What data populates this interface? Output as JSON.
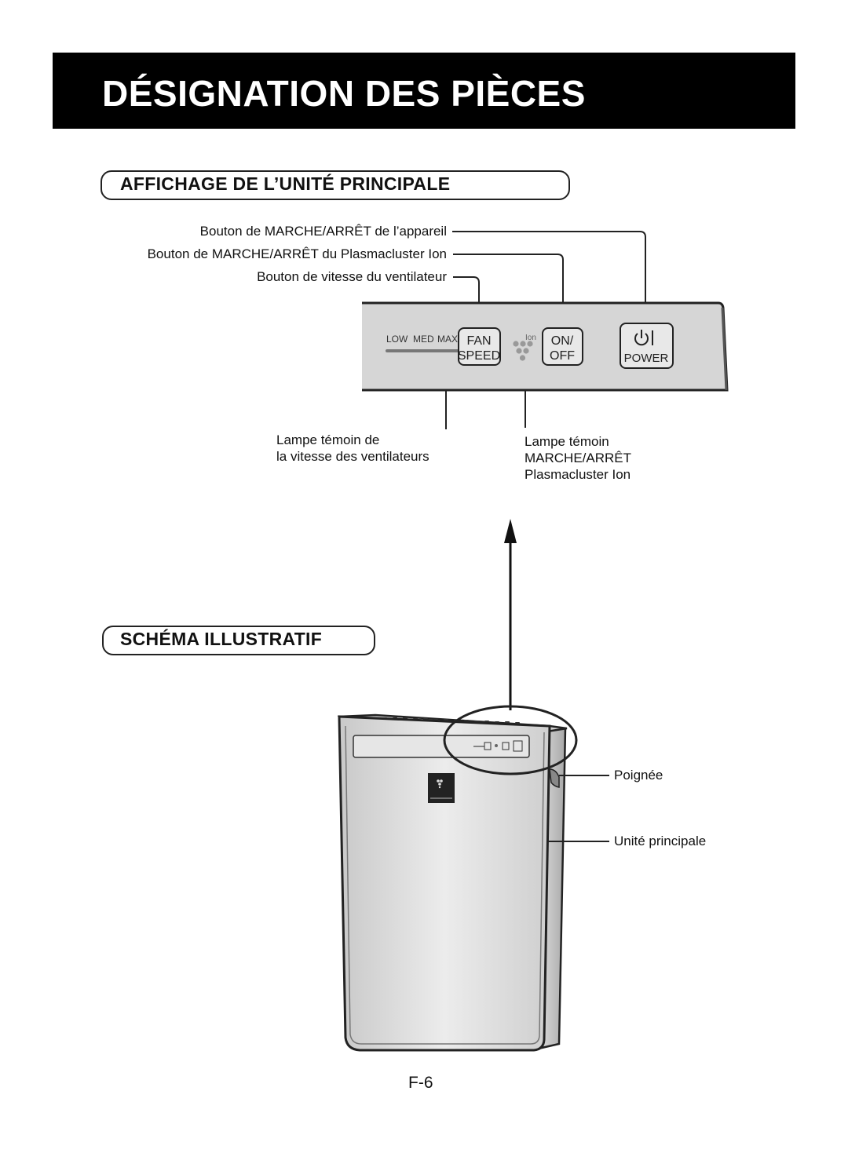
{
  "header": {
    "title": "DÉSIGNATION DES PIÈCES"
  },
  "sections": {
    "panel": {
      "title": "AFFICHAGE DE L’UNITÉ PRINCIPALE"
    },
    "schema": {
      "title": "SCHÉMA ILLUSTRATIF"
    }
  },
  "callouts": {
    "power_button": "Bouton de MARCHE/ARRÊT de l’appareil",
    "ion_button": "Bouton de MARCHE/ARRÊT du Plasmacluster Ion",
    "fan_button": "Bouton de vitesse du ventilateur",
    "fan_lamp": [
      "Lampe témoin de",
      "la vitesse des ventilateurs"
    ],
    "ion_lamp": [
      "Lampe témoin",
      "MARCHE/ARRÊT",
      "Plasmacluster Ion"
    ],
    "handle": "Poignée",
    "main_unit": "Unité principale"
  },
  "panel": {
    "speeds": [
      "LOW",
      "MED",
      "MAX"
    ],
    "fan_button": [
      "FAN",
      "SPEED"
    ],
    "ion_label": "Ion",
    "onoff_button": [
      "ON/",
      "OFF"
    ],
    "power_button": "POWER"
  },
  "footer": {
    "page": "F-6"
  }
}
